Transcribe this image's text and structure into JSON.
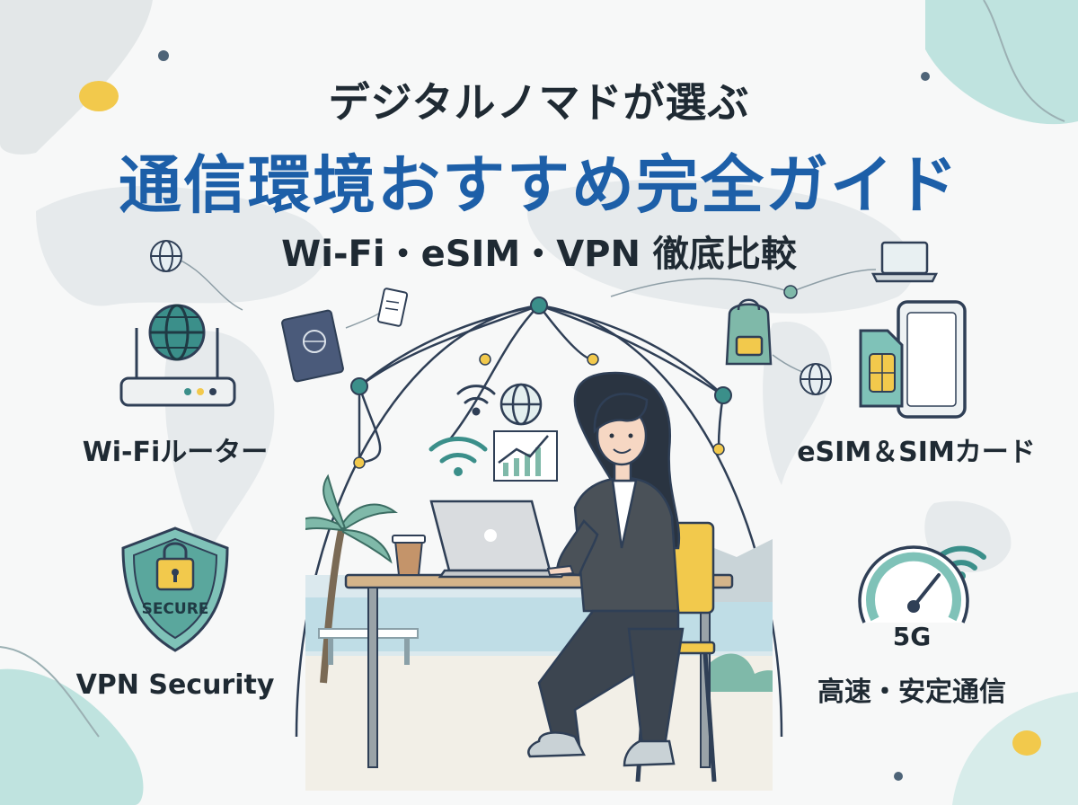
{
  "header": {
    "eyebrow": "デジタルノマドが選ぶ",
    "title": "通信環境おすすめ完全ガイド",
    "subtitle": "Wi-Fi・eSIM・VPN 徹底比較"
  },
  "features": {
    "wifi_router": "Wi-Fiルーター",
    "esim_sim": "eSIM＆SIMカード",
    "vpn": "VPN Security",
    "speed": "高速・安定通信"
  },
  "badges": {
    "secure": "SECURE",
    "five_g": "5G"
  },
  "colors": {
    "title_blue": "#1d5fa8",
    "teal": "#3b8f8a",
    "navy": "#2f3f56",
    "accent_yellow": "#f2c94c"
  }
}
